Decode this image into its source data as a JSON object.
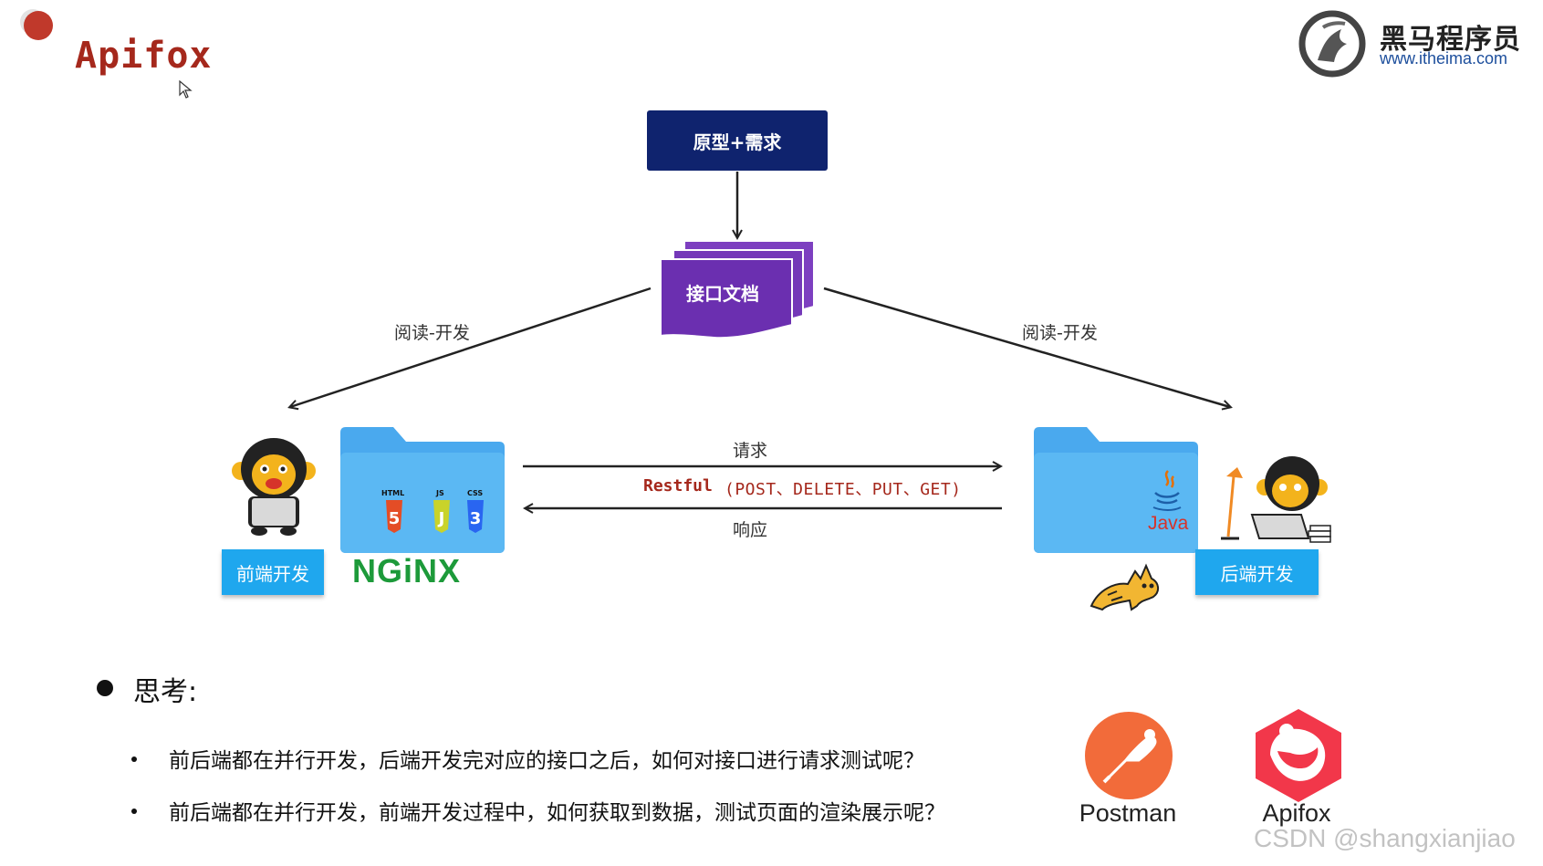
{
  "slide": {
    "title": "Apifox"
  },
  "brand": {
    "name": "黑马程序员",
    "url": "www.itheima.com"
  },
  "diagram": {
    "top_box": "原型+需求",
    "doc_box": "接口文档",
    "left_edge_label": "阅读-开发",
    "right_edge_label": "阅读-开发",
    "frontend_label": "前端开发",
    "backend_label": "后端开发",
    "frontend_server": "NGiNX",
    "request_label": "请求",
    "response_label": "响应",
    "protocol_keyword": "Restful",
    "protocol_methods": "(POST、DELETE、PUT、GET)",
    "tech_labels": {
      "html": "HTML",
      "js": "JS",
      "css": "CSS",
      "java": "Java"
    }
  },
  "thinking": {
    "heading": "思考:",
    "questions": [
      "前后端都在并行开发，后端开发完对应的接口之后，如何对接口进行请求测试呢？",
      "前后端都在并行开发，前端开发过程中，如何获取到数据，测试页面的渲染展示呢？"
    ]
  },
  "tools": [
    {
      "name": "Postman",
      "color": "#f26b3a",
      "icon": "postman-icon"
    },
    {
      "name": "Apifox",
      "color": "#f2374a",
      "icon": "apifox-icon"
    }
  ],
  "watermark": "CSDN @shangxianjiao",
  "colors": {
    "title": "#a5281c",
    "top_box": "#0f236e",
    "doc_box": "#6b2fb0",
    "tag": "#1fa7ee",
    "folder": "#5bb8f3",
    "nginx": "#1d9a3a"
  }
}
